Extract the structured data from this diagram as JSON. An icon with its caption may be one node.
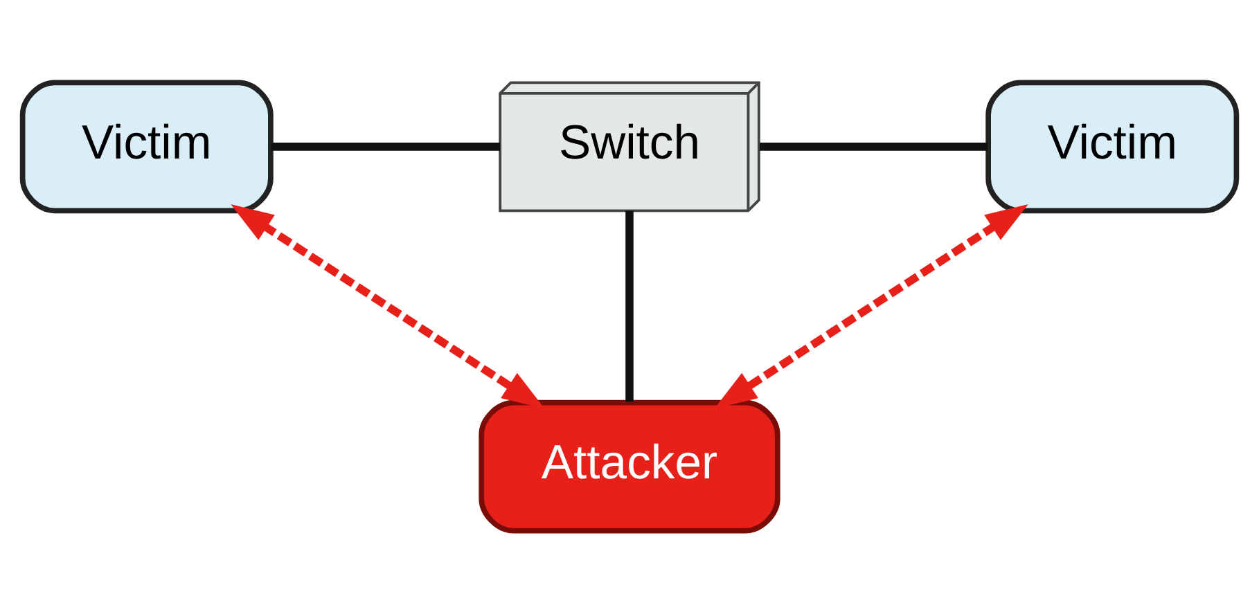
{
  "diagram": {
    "nodes": [
      {
        "text": [
          "Victim"
        ]
      },
      {
        "text": [
          "Switch"
        ]
      },
      {
        "text": [
          "Victim"
        ]
      },
      {
        "text": [
          "Attacker"
        ]
      }
    ],
    "edges": [
      {
        "from": 0,
        "to": 1,
        "arrow": "none"
      },
      {
        "from": 1,
        "to": 2,
        "arrow": "none"
      },
      {
        "from": 1,
        "to": 3,
        "arrow": "none"
      },
      {
        "from": 0,
        "to": 3,
        "arrow": "both",
        "style": "dashed",
        "color": "#e8201a"
      },
      {
        "from": 2,
        "to": 3,
        "arrow": "both",
        "style": "dashed",
        "color": "#e8201a"
      }
    ]
  }
}
